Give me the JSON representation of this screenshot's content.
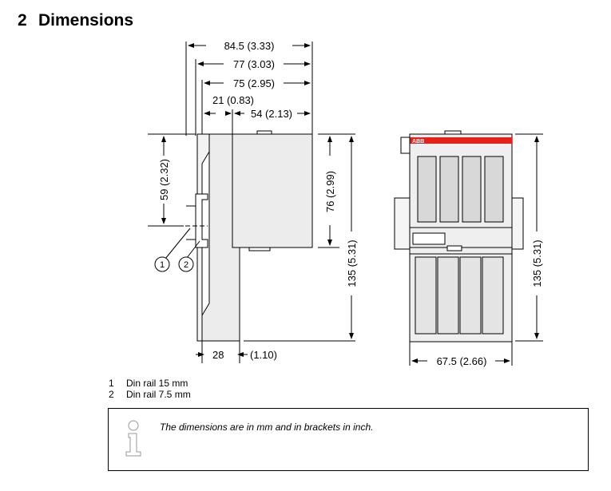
{
  "section": {
    "number": "2",
    "title": "Dimensions"
  },
  "dimensions": {
    "d1": "84.5 (3.33)",
    "d2": "77 (3.03)",
    "d3": "75 (2.95)",
    "d4": "21 (0.83)",
    "d5": "54 (2.13)",
    "d6": "59 (2.32)",
    "d7": "76 (2.99)",
    "d8": "135 (5.31)",
    "d9": "28",
    "d9b": "(1.10)",
    "d10": "135 (5.31)",
    "d11": "67.5 (2.66)"
  },
  "callouts": {
    "c1": "1",
    "c2": "2"
  },
  "front_label": "ABB",
  "legend": [
    {
      "num": "1",
      "text": "Din rail 15 mm"
    },
    {
      "num": "2",
      "text": "Din rail 7.5 mm"
    }
  ],
  "note": {
    "icon": "info-icon",
    "text": "The dimensions are in mm and in brackets in inch."
  },
  "colors": {
    "brand_red": "#e8201a",
    "line": "#000000",
    "body_fill": "#ececec",
    "panel_fill": "#dcdcdc"
  }
}
